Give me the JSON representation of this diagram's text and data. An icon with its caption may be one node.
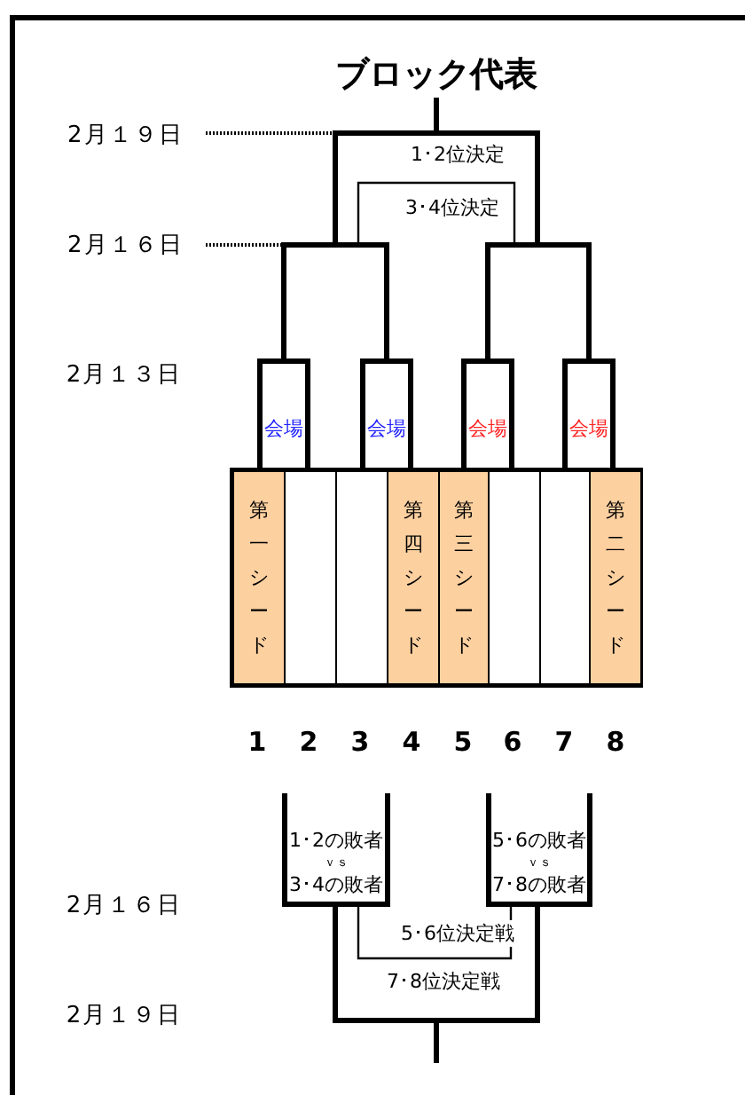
{
  "diagram": {
    "title": "ブロック代表",
    "nodes": [
      {
        "text": [
          "2月１９日"
        ]
      },
      {
        "text": [
          "2月１６日"
        ]
      },
      {
        "text": [
          "会場"
        ]
      },
      {
        "text": [
          "会場"
        ]
      },
      {
        "text": [
          "会場"
        ]
      },
      {
        "text": [
          "会場"
        ]
      },
      {
        "text": [
          "第一シード"
        ]
      },
      {
        "text": [],
        "shape": "box"
      },
      {
        "text": [],
        "shape": "box"
      },
      {
        "text": [
          "第四シード"
        ]
      },
      {
        "text": [
          "第三シード"
        ]
      },
      {
        "text": [],
        "shape": "box"
      },
      {
        "text": [],
        "shape": "box"
      },
      {
        "text": [
          "第二シード"
        ]
      },
      {
        "text": [
          "1･2の敗者",
          "ｖｓ",
          "3･4の敗者"
        ]
      },
      {
        "text": [
          "5･6の敗者",
          "ｖｓ",
          "7･8の敗者"
        ]
      }
    ],
    "edges": [
      {
        "from": 2,
        "to": null,
        "arrow": "none"
      },
      {
        "from": 3,
        "to": null,
        "arrow": "none"
      },
      {
        "from": 4,
        "to": null,
        "arrow": "none"
      },
      {
        "from": 5,
        "to": null,
        "arrow": "none"
      },
      {
        "from": 0,
        "to": null,
        "arrow": "none",
        "style": "dashed"
      },
      {
        "from": 1,
        "to": null,
        "arrow": "none",
        "style": "dashed"
      },
      {
        "from": 14,
        "to": 15,
        "arrow": "none",
        "label": "5･6位決定戦"
      },
      {
        "from": 14,
        "to": 15,
        "arrow": "none",
        "label": "7･8位決定戦"
      }
    ],
    "labels": [
      "1･2位決定",
      "3･4位決定",
      "2月１３日",
      "1",
      "2",
      "3",
      "4",
      "5",
      "6",
      "7",
      "8",
      "2月１６日",
      "2月１９日"
    ]
  }
}
